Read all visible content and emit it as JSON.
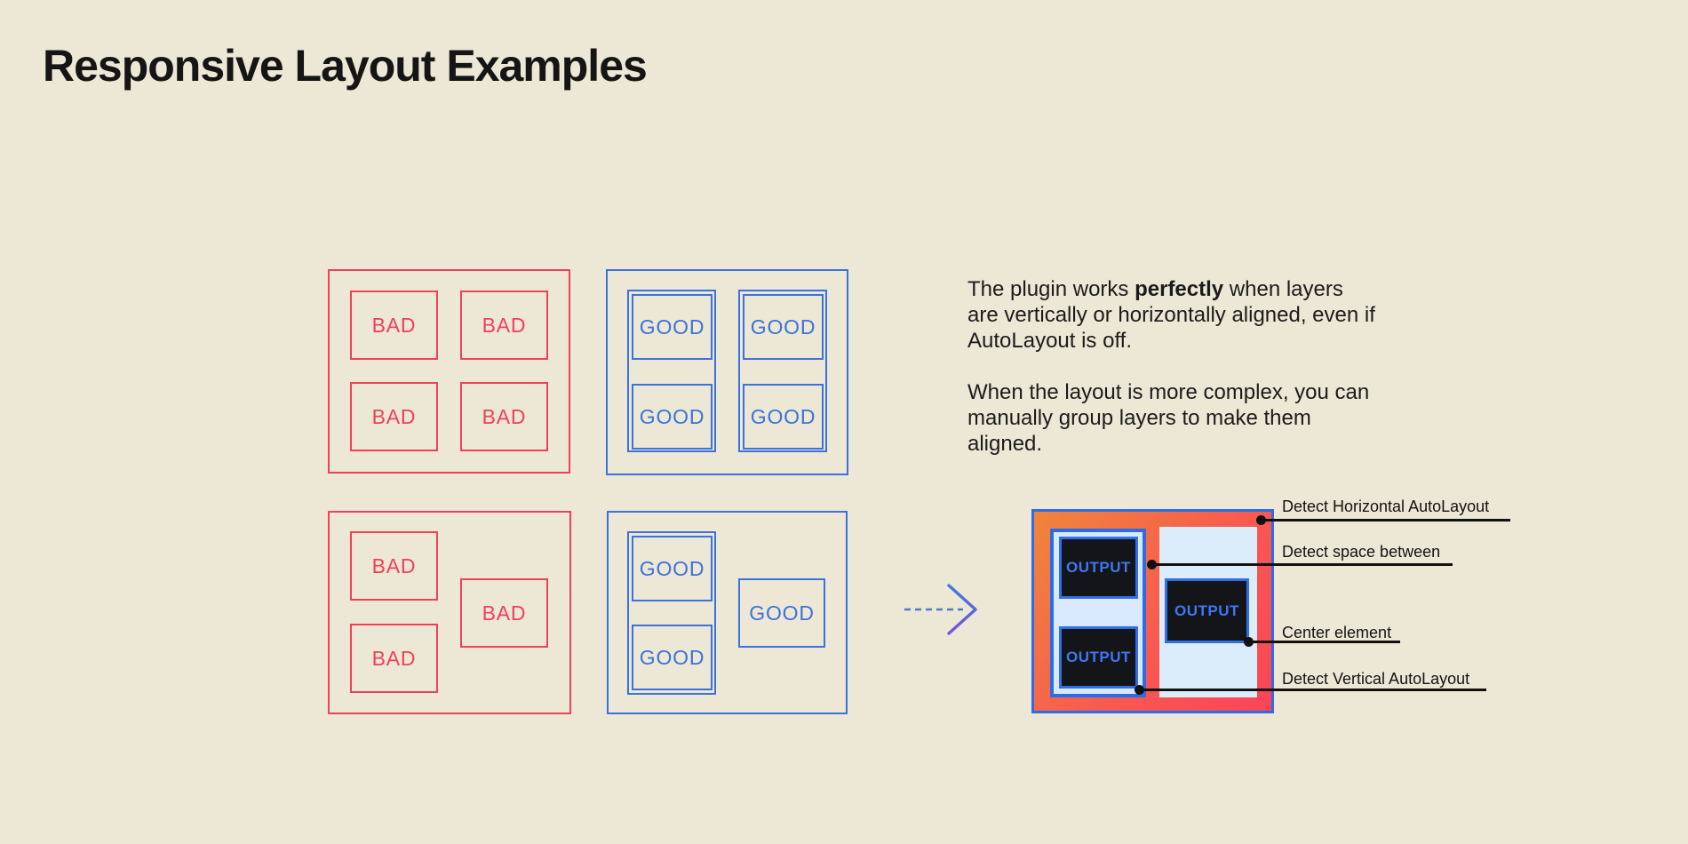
{
  "title": "Responsive Layout Examples",
  "labels": {
    "bad": "BAD",
    "good": "GOOD",
    "output": "OUTPUT"
  },
  "description": {
    "p1_before": "The plugin works ",
    "p1_bold": "perfectly",
    "p1_after": " when layers are vertically or horizontally aligned, even if AutoLayout is off.",
    "p2": "When the layout is more complex, you can manually group layers to make them aligned."
  },
  "annotations": [
    "Detect Horizontal AutoLayout",
    "Detect space between",
    "Center element",
    "Detect Vertical AutoLayout"
  ],
  "icons": {
    "arrow_right": "dashed-arrow-right"
  },
  "colors": {
    "background": "#EDE7D6",
    "bad_red": "#F04158",
    "good_blue": "#3B72DC",
    "output_border_blue": "#2B6CE8",
    "output_gradient_start": "#F0823C",
    "output_gradient_end": "#FB4459",
    "panel_light_blue": "#D9EBFB",
    "dark_panel": "#141519",
    "annotation_black": "#111111"
  }
}
